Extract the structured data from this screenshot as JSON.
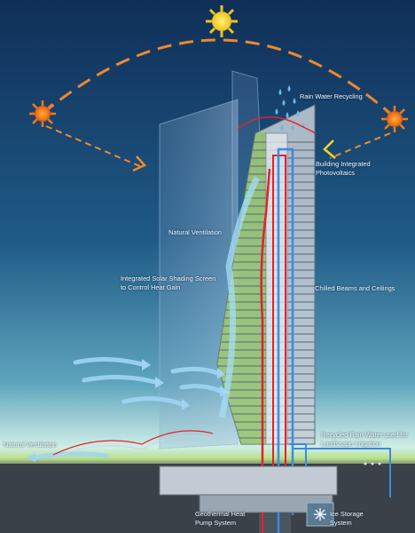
{
  "labels": {
    "rain_water_recycling": "Rain Water Recycling",
    "building_integrated_pv": [
      "Building Integrated",
      "Photovoltaics"
    ],
    "natural_ventilation_tower": "Natural Ventilation",
    "integrated_solar_shading": [
      "Integrated Solar Shading Screen",
      "to Control Heat Gain"
    ],
    "chilled_beams": "Chilled Beams and Ceilings",
    "recycled_rain_water": [
      "Recycled Rain Water used for",
      "Landscape Irrigation"
    ],
    "natural_ventilation_ground": "Natural Ventilation",
    "geothermal": [
      "Geothermal Heat",
      "Pump System"
    ],
    "ice_storage": [
      "Ice Storage",
      "System"
    ]
  },
  "icons": [
    "sun-icon",
    "rain-drop-icon",
    "snowflake-icon",
    "wind-arrow-icon"
  ],
  "colors": {
    "sky_top": "#123764",
    "sky_horizon": "#c9e9e4",
    "sun_path": "#f0882c",
    "sun": "#f4d42a",
    "hot_pipe": "#e0242a",
    "cool_pipe": "#3c8be0",
    "wind": "#9fd5f2",
    "green_roof": "#7fc23a"
  }
}
